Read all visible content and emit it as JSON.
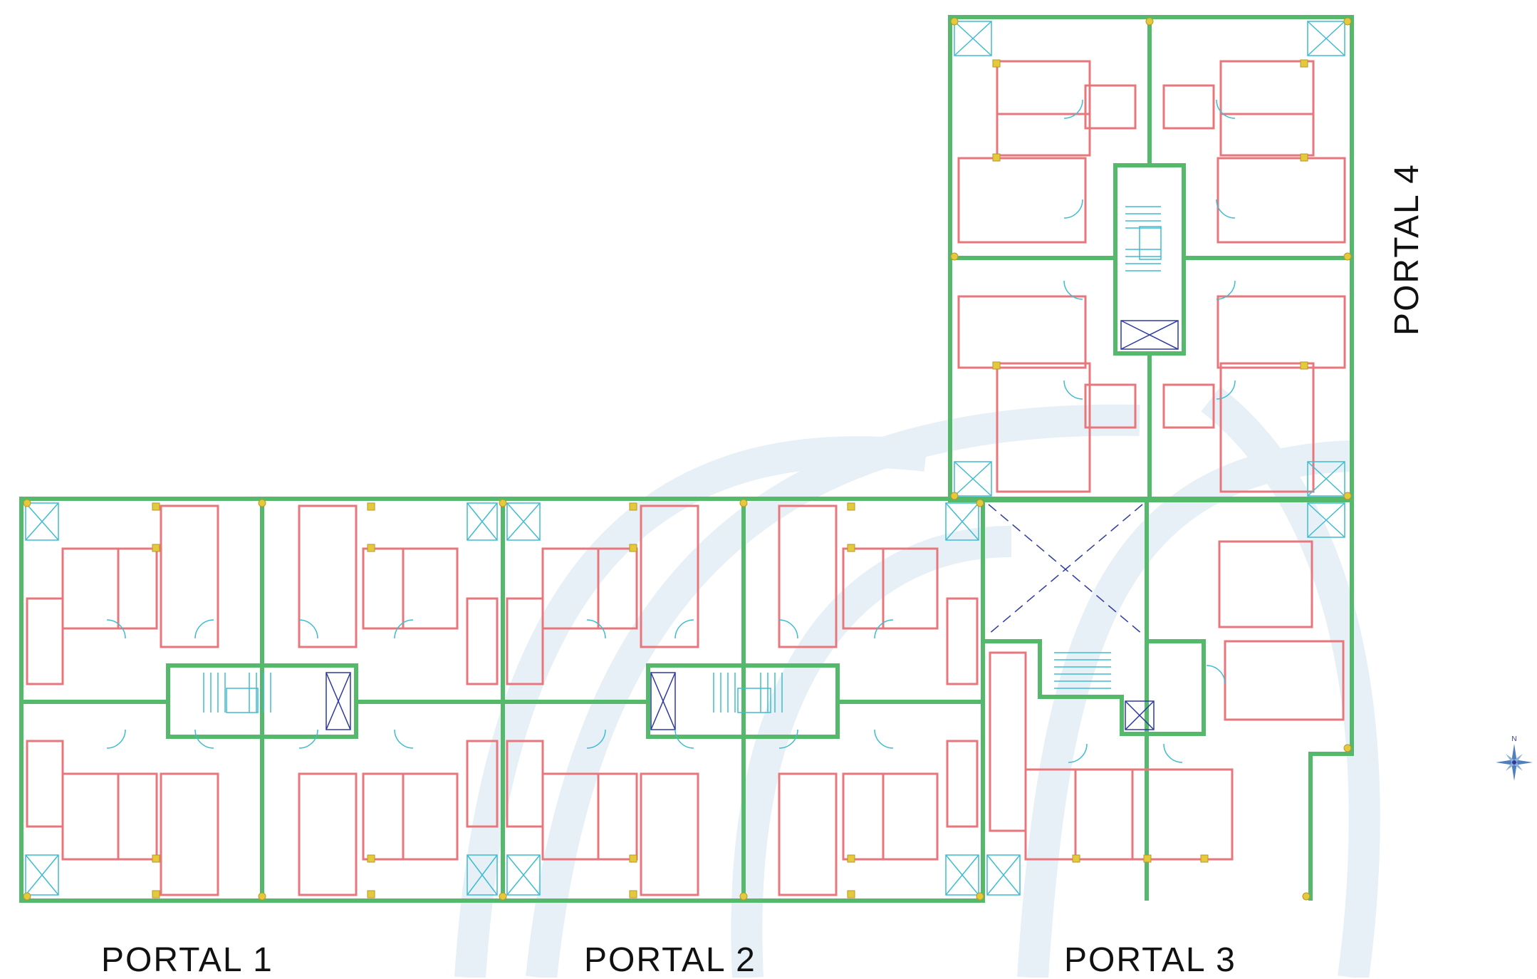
{
  "labels": {
    "portal_1": "PORTAL 1",
    "portal_2": "PORTAL 2",
    "portal_3": "PORTAL 3",
    "portal_4": "PORTAL 4",
    "north": "N"
  },
  "colors": {
    "exterior_wall": "#55b96b",
    "partition": "#e8777d",
    "fixture": "#3fbcd1",
    "symbol": "#2f3aa0",
    "column": "#e4c93a",
    "watermark": "#e6f0f6"
  }
}
